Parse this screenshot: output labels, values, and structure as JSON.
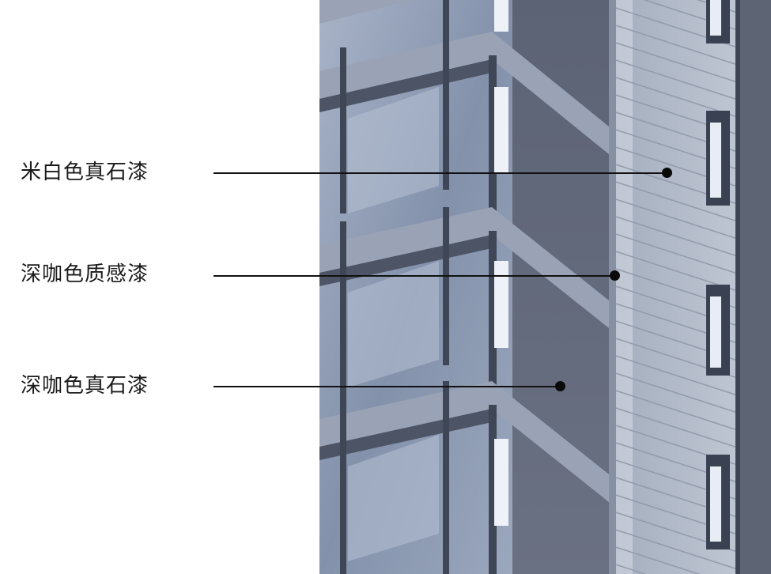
{
  "annotations": [
    {
      "text": "米白色真石漆"
    },
    {
      "text": "深咖色质感漆"
    },
    {
      "text": "深咖色真石漆"
    }
  ],
  "colors": {
    "background": "#ffffff",
    "facade_light": "#b4bccb",
    "facade_dark": "#5f6677",
    "glass": "#8c9ab3",
    "frame": "#4b5263",
    "leader_line": "#111111"
  },
  "image": {
    "subject": "building-facade-photo"
  }
}
